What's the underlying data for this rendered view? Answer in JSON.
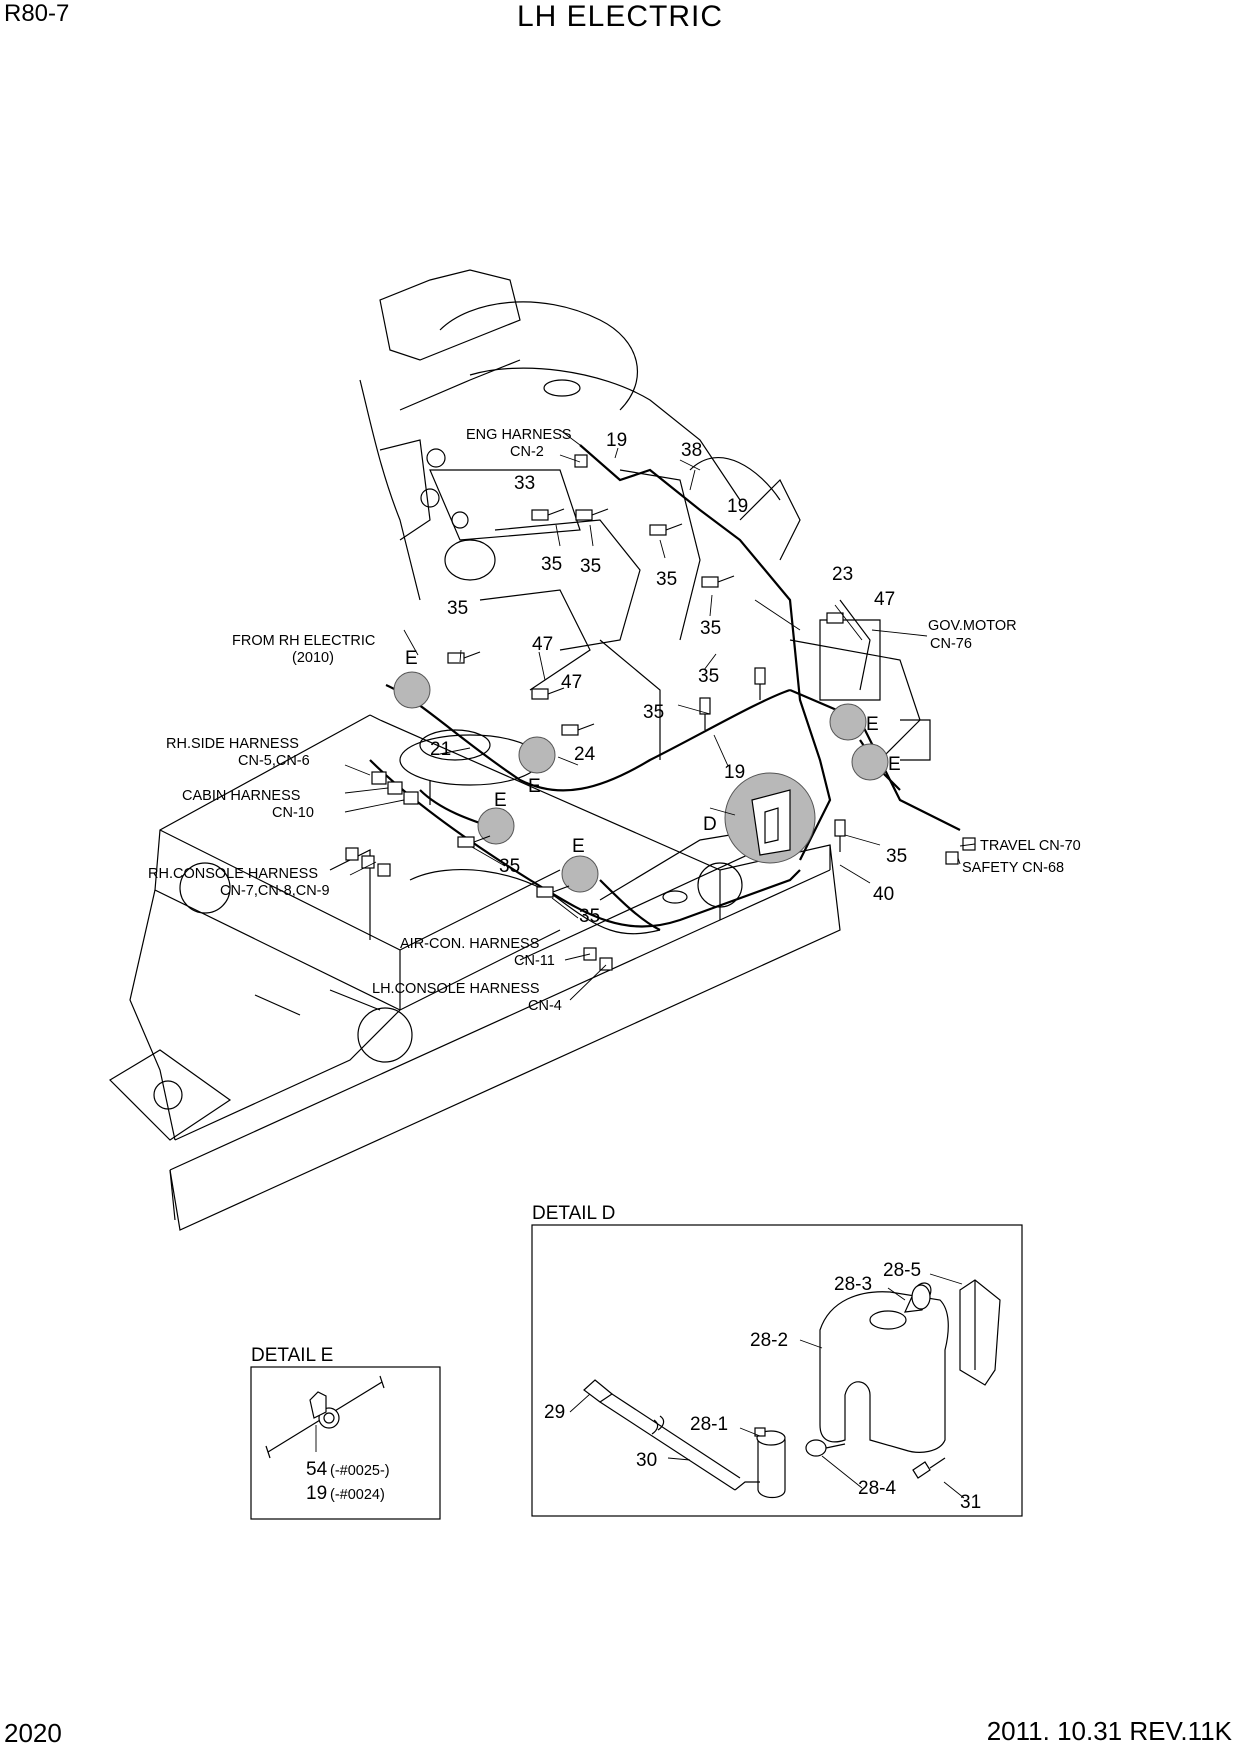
{
  "header": {
    "model": "R80-7",
    "title": "LH ELECTRIC",
    "page_number": "2020",
    "revision": "2011. 10.31 REV.11K"
  },
  "connector_labels": {
    "eng_harness": "ENG HARNESS",
    "eng_harness_cn": "CN-2",
    "from_rh_electric": "FROM RH ELECTRIC",
    "from_rh_electric_ref": "(2010)",
    "gov_motor": "GOV.MOTOR",
    "gov_motor_cn": "CN-76",
    "rh_side_harness": "RH.SIDE HARNESS",
    "rh_side_harness_cn": "CN-5,CN-6",
    "cabin_harness": "CABIN HARNESS",
    "cabin_harness_cn": "CN-10",
    "rh_console_harness": "RH.CONSOLE HARNESS",
    "rh_console_harness_cn": "CN-7,CN-8,CN-9",
    "air_con_harness": "AIR-CON. HARNESS",
    "air_con_harness_cn": "CN-11",
    "lh_console_harness": "LH.CONSOLE HARNESS",
    "lh_console_harness_cn": "CN-4",
    "travel": "TRAVEL CN-70",
    "safety": "SAFETY CN-68"
  },
  "callouts": {
    "c19a": "19",
    "c38": "38",
    "c33": "33",
    "c19b": "19",
    "c35a": "35",
    "c35b": "35",
    "c35c": "35",
    "c23": "23",
    "c47a": "47",
    "c35d": "35",
    "c35e": "35",
    "c47b": "47",
    "c35f": "35",
    "c47c": "47",
    "c35g": "35",
    "c21": "21",
    "c24": "24",
    "c19c": "19",
    "c35h": "35",
    "c40": "40",
    "c35i": "35",
    "c35j": "35",
    "eA": "E",
    "eB": "E",
    "eC": "E",
    "eD": "E",
    "eE": "E",
    "eF": "E",
    "d": "D"
  },
  "detail_d": {
    "title": "DETAIL D",
    "labels": {
      "p28_5": "28-5",
      "p28_3": "28-3",
      "p28_2": "28-2",
      "p29": "29",
      "p28_1": "28-1",
      "p30": "30",
      "p28_4": "28-4",
      "p31": "31"
    }
  },
  "detail_e": {
    "title": "DETAIL E",
    "line1_part": "54",
    "line1_serial": "(-#0025-)",
    "line2_part": "19",
    "line2_serial": "(-#0024)"
  }
}
